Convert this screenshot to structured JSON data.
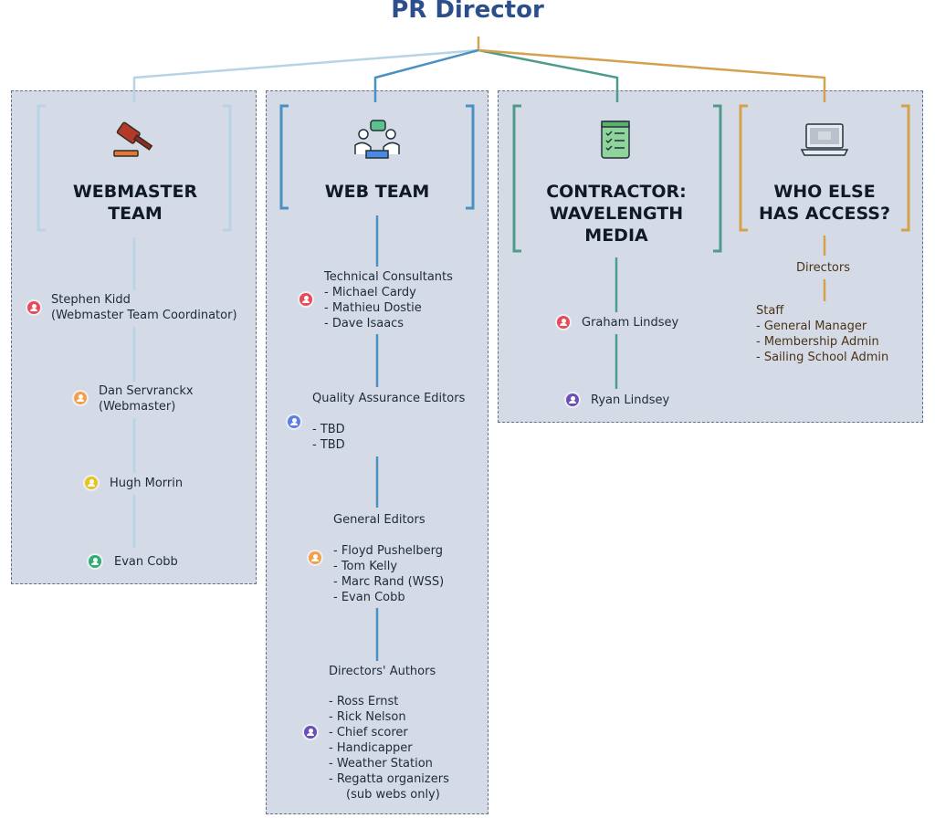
{
  "title": "PR Director",
  "colors": {
    "title": "#2b4e8c",
    "webmaster": "#b7d3e6",
    "webteam": "#4a90c2",
    "contractor": "#4e9a8c",
    "access": "#d4a24c",
    "panel": "#d4dbe6"
  },
  "webmaster": {
    "heading_line1": "WEBMASTER",
    "heading_line2": "TEAM",
    "icon": "gavel-icon",
    "people": [
      {
        "line1": "Stephen Kidd",
        "line2": "(Webmaster Team Coordinator)"
      },
      {
        "line1": "Dan Servranckx",
        "line2": "(Webmaster)"
      },
      {
        "line1": "Hugh Morrin",
        "line2": ""
      },
      {
        "line1": "Evan Cobb",
        "line2": ""
      }
    ]
  },
  "webteam": {
    "heading": "WEB TEAM",
    "icon": "meeting-icon",
    "groups": [
      {
        "title": "Technical Consultants",
        "members": [
          "- Michael Cardy",
          "- Mathieu Dostie",
          "- Dave Isaacs"
        ]
      },
      {
        "title": "Quality Assurance Editors",
        "members": [
          "- TBD",
          "- TBD"
        ]
      },
      {
        "title": "General Editors",
        "members": [
          "- Floyd Pushelberg",
          "- Tom Kelly",
          "- Marc Rand (WSS)",
          "- Evan Cobb"
        ]
      },
      {
        "title": "Directors' Authors",
        "members": [
          "- Ross Ernst",
          "- Rick Nelson",
          "- Chief scorer",
          "- Handicapper",
          "- Weather Station",
          "- Regatta organizers",
          "(sub webs only)"
        ]
      }
    ]
  },
  "contractor": {
    "heading_line1": "CONTRACTOR:",
    "heading_line2": "WAVELENGTH",
    "heading_line3": "MEDIA",
    "icon": "checklist-icon",
    "people": [
      "Graham Lindsey",
      "Ryan Lindsey"
    ]
  },
  "access": {
    "heading_line1": "WHO ELSE",
    "heading_line2": "HAS ACCESS?",
    "icon": "laptop-icon",
    "directors": "Directors",
    "staff_title": "Staff",
    "staff": [
      "- General Manager",
      "- Membership Admin",
      "- Sailing School Admin"
    ]
  }
}
